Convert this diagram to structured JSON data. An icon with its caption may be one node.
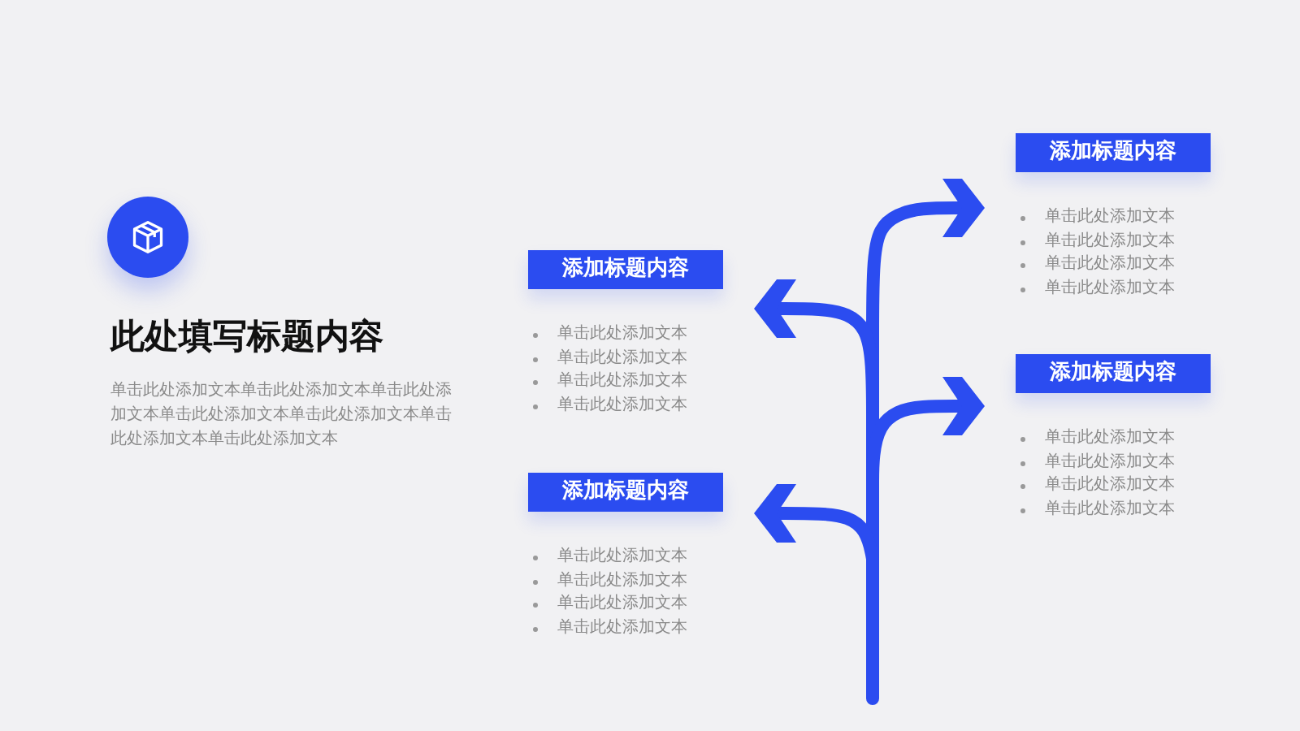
{
  "diagram": {
    "title": "此处填写标题内容",
    "nodes": [
      {
        "text": [
          "添加标题内容",
          "单击此处添加文本",
          "单击此处添加文本",
          "单击此处添加文本",
          "单击此处添加文本"
        ]
      },
      {
        "text": [
          "添加标题内容",
          "单击此处添加文本",
          "单击此处添加文本",
          "单击此处添加文本",
          "单击此处添加文本"
        ]
      },
      {
        "text": [
          "添加标题内容",
          "单击此处添加文本",
          "单击此处添加文本",
          "单击此处添加文本",
          "单击此处添加文本"
        ]
      },
      {
        "text": [
          "添加标题内容",
          "单击此处添加文本",
          "单击此处添加文本",
          "单击此处添加文本",
          "单击此处添加文本"
        ]
      }
    ],
    "edges": [
      {
        "from": null,
        "to": 0,
        "arrow": "to"
      },
      {
        "from": null,
        "to": 1,
        "arrow": "to"
      },
      {
        "from": null,
        "to": 2,
        "arrow": "to"
      },
      {
        "from": null,
        "to": 3,
        "arrow": "to"
      }
    ],
    "labels": [
      "单击此处添加文本单击此处添加文本单击此处添加文本单击此处添加文本单击此处添加文本单击此处添加文本单击此处添加文本"
    ]
  }
}
